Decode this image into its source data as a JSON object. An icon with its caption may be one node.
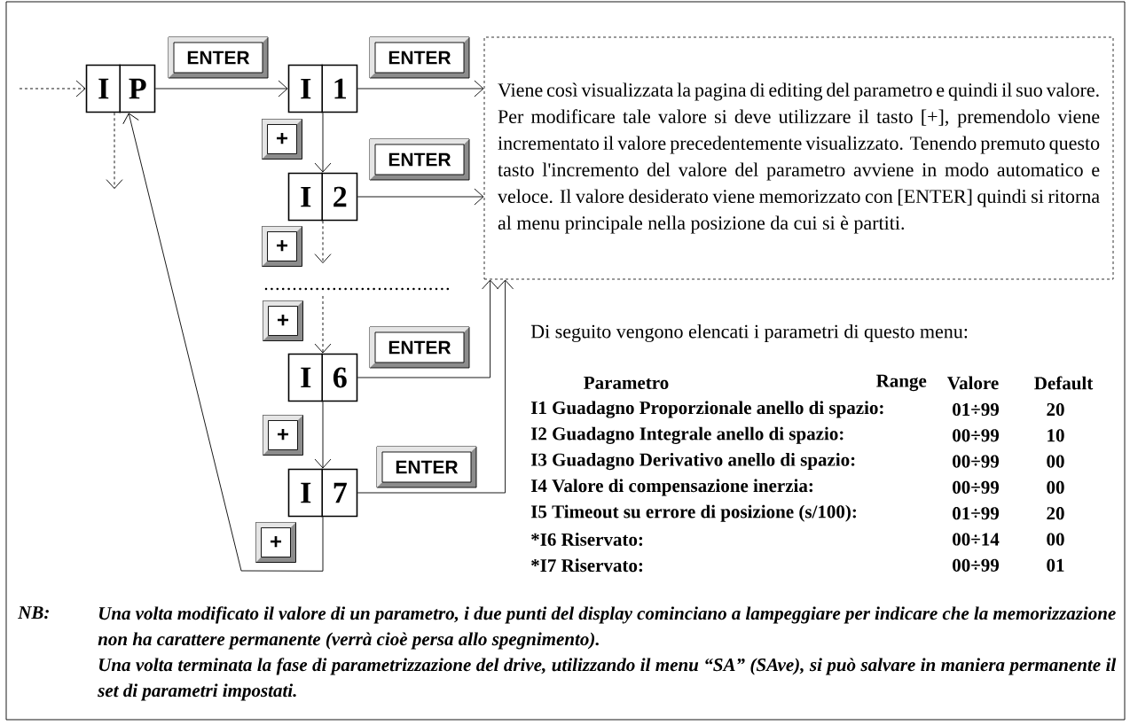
{
  "diagram": {
    "nodes": [
      {
        "text": [
          "I",
          "P"
        ]
      },
      {
        "text": [
          "I",
          "1"
        ]
      },
      {
        "text": [
          "I",
          "2"
        ]
      },
      {
        "text": [
          "I",
          "6"
        ]
      },
      {
        "text": [
          "I",
          "7"
        ]
      },
      {
        "text": [
          "Viene così visualizzata la pagina di editing del parametro e quindi il suo valore.",
          "Per modificare tale valore si deve utilizzare il tasto [+], premendolo viene incrementato il valore precedentemente visualizzato. Tenendo premuto questo tasto l'incremento del valore del parametro avviene in modo automatico e veloce. Il valore desiderato viene memorizzato con [ENTER] quindi si ritorna al menu principale nella posizione da cui si è partiti."
        ]
      }
    ],
    "edges": [
      {
        "from": null,
        "to": 0,
        "arrow": "to",
        "style": "dashed"
      },
      {
        "from": 0,
        "to": null,
        "arrow": "to",
        "style": "dashed"
      },
      {
        "from": 0,
        "to": 1,
        "arrow": "to",
        "label": "ENTER"
      },
      {
        "from": 1,
        "to": 5,
        "arrow": "to",
        "label": "ENTER"
      },
      {
        "from": 1,
        "to": 2,
        "arrow": "to",
        "label": "+"
      },
      {
        "from": 2,
        "to": 5,
        "arrow": "to",
        "label": "ENTER"
      },
      {
        "from": 2,
        "to": null,
        "arrow": "to",
        "style": "dashed",
        "label": "+"
      },
      {
        "from": null,
        "to": 3,
        "arrow": "to",
        "style": "dashed",
        "label": "+"
      },
      {
        "from": 3,
        "to": 5,
        "arrow": "to",
        "label": "ENTER"
      },
      {
        "from": 3,
        "to": 4,
        "arrow": "to",
        "label": "+"
      },
      {
        "from": 4,
        "to": 5,
        "arrow": "to",
        "label": "ENTER"
      },
      {
        "from": 4,
        "to": 0,
        "arrow": "to",
        "label": "+"
      }
    ],
    "labels": [
      "Di seguito vengono elencati i parametri di questo menu:",
      "Parametro",
      "Range",
      "Valore",
      "Default",
      "I1 Guadagno Proporzionale anello di spazio:",
      "01÷99",
      "20",
      "I2 Guadagno Integrale anello di spazio:",
      "00÷99",
      "10",
      "I3 Guadagno Derivativo anello di spazio:",
      "00÷99",
      "00",
      "I4 Valore di compensazione inerzia:",
      "00÷99",
      "00",
      "I5 Timeout su errore di posizione (s/100):",
      "01÷99",
      "20",
      "*I6 Riservato:",
      "00÷14",
      "00",
      "*I7 Riservato:",
      "00÷99",
      "01",
      "NB:",
      "Una volta modificato il valore di un parametro, i due punti del display cominciano a lampeggiare per indicare che la memorizzazione non ha carattere permanente (verrà cioè persa allo spegnimento).",
      "Una volta terminata la fase di parametrizzazione del drive, utilizzando il menu “SA” (SAve), si può salvare in maniera permanente il set di parametri impostati."
    ]
  }
}
